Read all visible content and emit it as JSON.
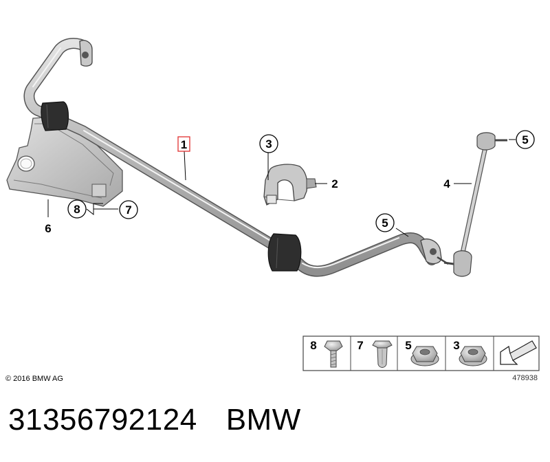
{
  "callouts": [
    {
      "id": "callout-1",
      "label": "1"
    },
    {
      "id": "callout-2",
      "label": "2"
    },
    {
      "id": "callout-3",
      "label": "3"
    },
    {
      "id": "callout-4",
      "label": "4"
    },
    {
      "id": "callout-5a",
      "label": "5"
    },
    {
      "id": "callout-5b",
      "label": "5"
    },
    {
      "id": "callout-6",
      "label": "6"
    },
    {
      "id": "callout-7",
      "label": "7"
    },
    {
      "id": "callout-8",
      "label": "8"
    }
  ],
  "hardware_strip": {
    "cells": [
      {
        "label": "8",
        "icon": "bolt-icon"
      },
      {
        "label": "7",
        "icon": "rivet-nut-icon"
      },
      {
        "label": "5",
        "icon": "flange-nut-icon"
      },
      {
        "label": "3",
        "icon": "flange-nut-icon"
      },
      {
        "label": "",
        "icon": "arrow-icon"
      }
    ]
  },
  "copyright": "© 2016 BMW AG",
  "diagram_ref": "478938",
  "part_number": "31356792124",
  "brand": "BMW"
}
